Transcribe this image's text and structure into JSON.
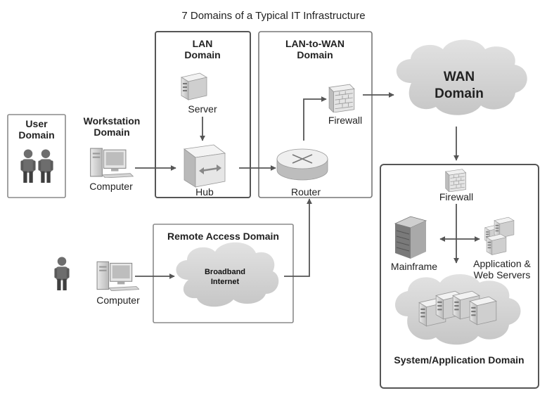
{
  "title": "7 Domains of a Typical IT Infrastructure",
  "domains": {
    "user": "User Domain",
    "workstation": "Workstation Domain",
    "lan": "LAN Domain",
    "lan_to_wan": "LAN-to-WAN Domain",
    "wan": "WAN Domain",
    "remote_access": "Remote Access Domain",
    "system_application": "System/Application Domain"
  },
  "devices": {
    "workstation_computer": "Computer",
    "server": "Server",
    "hub": "Hub",
    "router": "Router",
    "lan_wan_firewall": "Firewall",
    "system_firewall": "Firewall",
    "mainframe": "Mainframe",
    "app_servers": "Application & Web Servers",
    "remote_computer": "Computer",
    "broadband": "Broadband Internet"
  },
  "icons": [
    "user-icon",
    "computer-icon",
    "server-icon",
    "hub-icon",
    "router-icon",
    "firewall-icon",
    "cloud-icon",
    "mainframe-icon"
  ],
  "colors": {
    "line": "#555555",
    "box": "#555555",
    "cloud": "#d4d4d4",
    "user_light": "#f0f0f0"
  }
}
